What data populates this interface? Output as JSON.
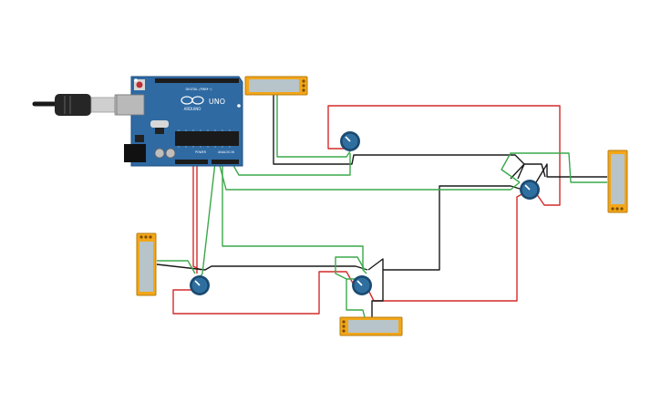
{
  "board": {
    "brand": "ARDUINO",
    "model": "UNO",
    "digital_header": "DIGITAL (PWM~)",
    "power_header": "POWER",
    "analog_header": "ANALOG IN"
  },
  "colors": {
    "background": "#ffffff",
    "board_blue": "#2f6aa3",
    "header_black": "#1c1c1c",
    "wire_red": "#d42a2a",
    "wire_black": "#1a1a1a",
    "wire_green": "#3aa84a",
    "slider_body": "#f2a619",
    "slider_track": "#b7c4c9",
    "knob": "#2f6fa0"
  },
  "components": {
    "arduino": "arduino-uno-r3",
    "potentiometers": 4,
    "slide_potentiometers": 4
  }
}
